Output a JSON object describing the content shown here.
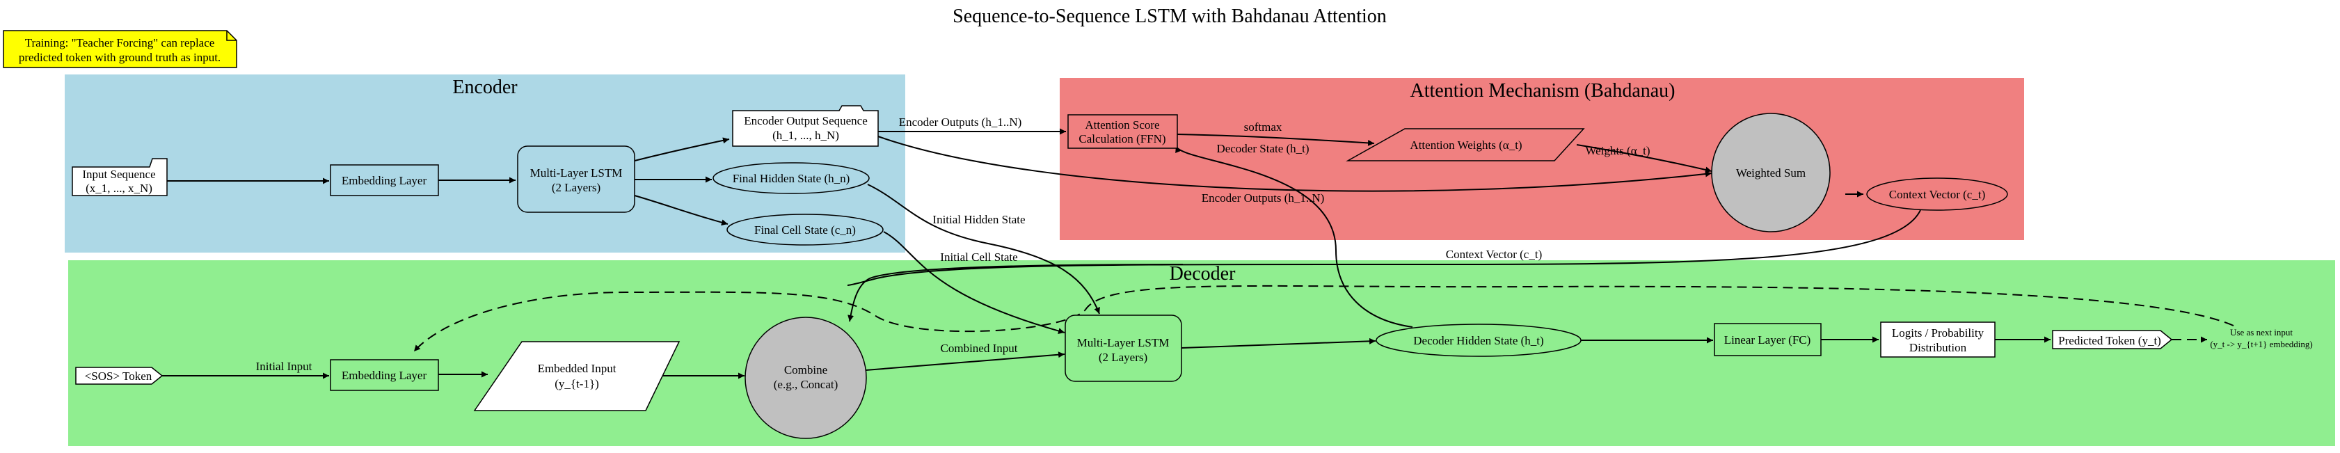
{
  "title": "Sequence-to-Sequence LSTM with Bahdanau Attention",
  "note": {
    "line1": "Training: \"Teacher Forcing\" can replace",
    "line2": "predicted token with ground truth as input."
  },
  "colors": {
    "encoder_bg": "#add8e6",
    "attention_bg": "#f08080",
    "decoder_bg": "#90ee90",
    "note_bg": "#ffff00",
    "combine_fill": "#c0c0c0"
  },
  "clusters": {
    "encoder": "Encoder",
    "attention": "Attention Mechanism (Bahdanau)",
    "decoder": "Decoder"
  },
  "nodes": {
    "input_sequence": {
      "line1": "Input Sequence",
      "line2": "(x_1, ..., x_N)"
    },
    "enc_embedding": "Embedding Layer",
    "enc_lstm": {
      "line1": "Multi-Layer LSTM",
      "line2": "(2 Layers)"
    },
    "encoder_outputs": {
      "line1": "Encoder Output Sequence",
      "line2": "(h_1, ..., h_N)"
    },
    "final_hidden": "Final Hidden State (h_n)",
    "final_cell": "Final Cell State (c_n)",
    "attn_score": {
      "line1": "Attention Score",
      "line2": "Calculation (FFN)"
    },
    "attn_weights": "Attention Weights (α_t)",
    "weighted_sum": "Weighted Sum",
    "context_vector": "Context Vector (c_t)",
    "sos_token": "<SOS> Token",
    "dec_embedding": "Embedding Layer",
    "embedded_input": {
      "line1": "Embedded Input",
      "line2": "(y_{t-1})"
    },
    "combine": {
      "line1": "Combine",
      "line2": "(e.g., Concat)"
    },
    "dec_lstm": {
      "line1": "Multi-Layer LSTM",
      "line2": "(2 Layers)"
    },
    "decoder_hidden": "Decoder Hidden State (h_t)",
    "linear_layer": "Linear Layer (FC)",
    "logits": {
      "line1": "Logits / Probability",
      "line2": "Distribution"
    },
    "predicted_token": "Predicted Token (y_t)",
    "next_input": {
      "line1": "Use as next input",
      "line2": "(y_t -> y_{t+1} embedding)"
    }
  },
  "edge_labels": {
    "encoder_outputs_to_score": "Encoder Outputs (h_1..N)",
    "encoder_outputs_to_sum": "Encoder Outputs (h_1..N)",
    "softmax": "softmax",
    "weights": "Weights (α_t)",
    "decoder_state": "Decoder State (h_t)",
    "initial_hidden": "Initial Hidden State",
    "initial_cell": "Initial Cell State",
    "context_vector": "Context Vector (c_t)",
    "initial_input": "Initial Input",
    "combined_input": "Combined Input"
  }
}
